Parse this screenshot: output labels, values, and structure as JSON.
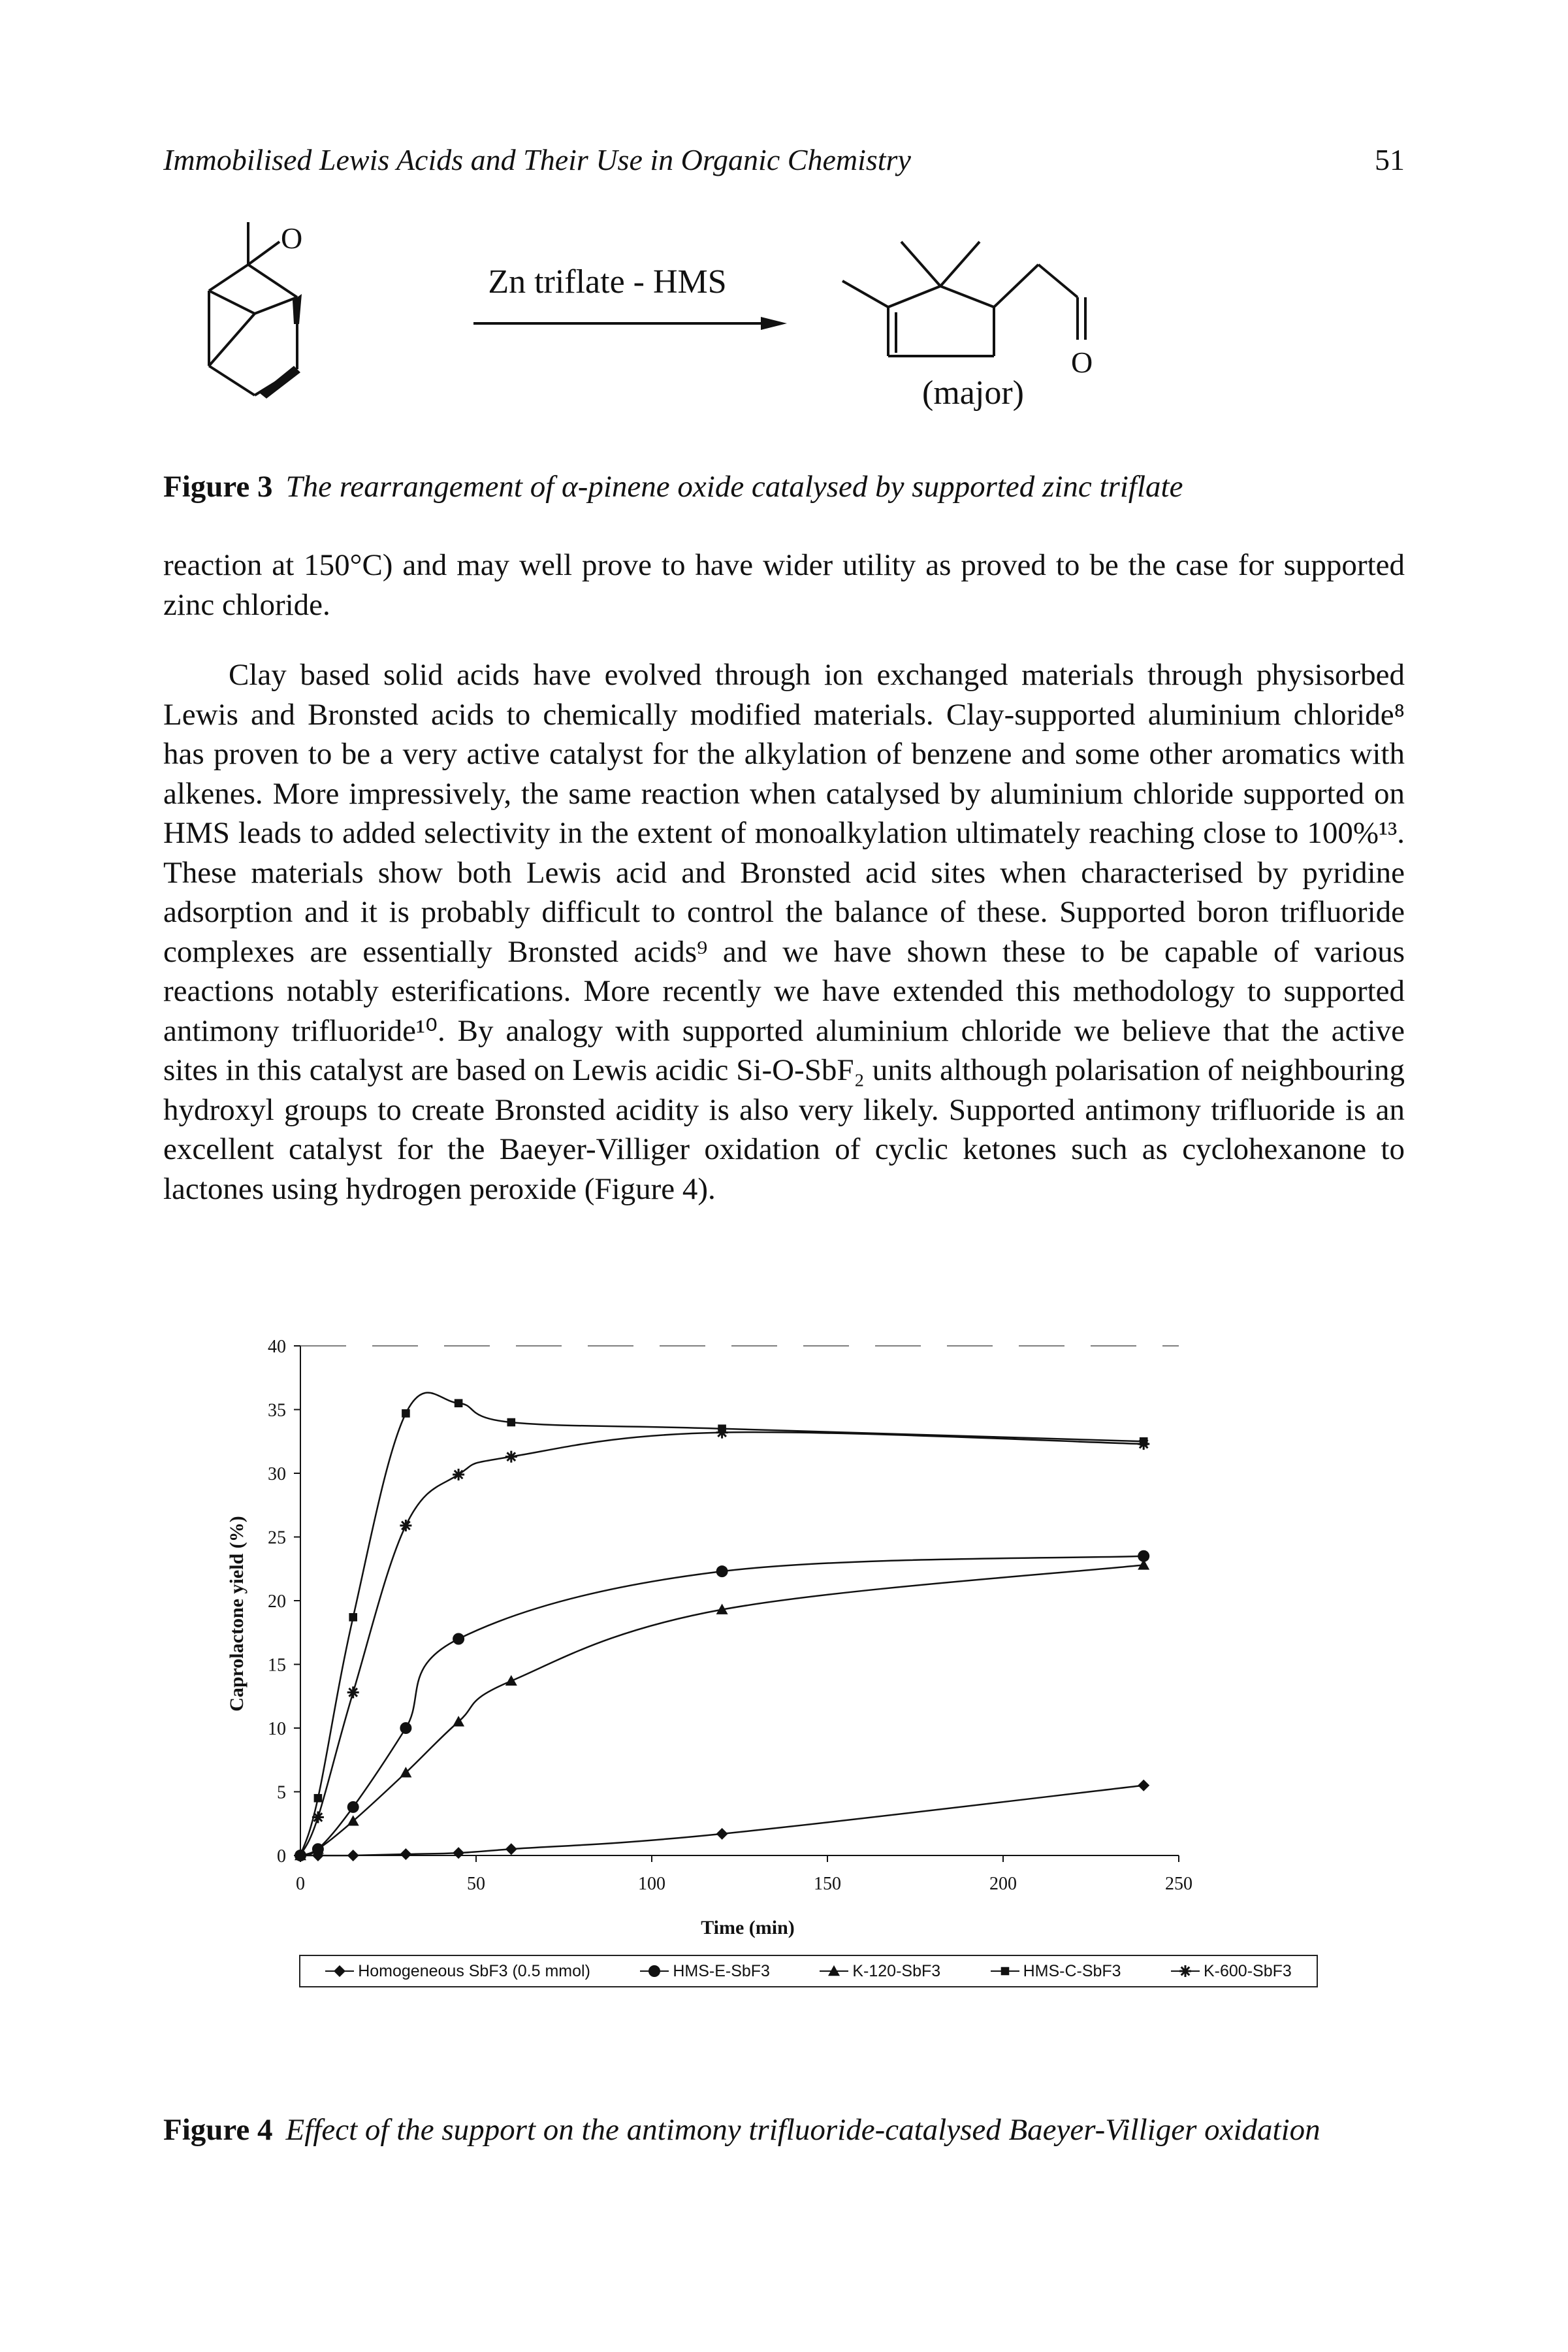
{
  "running_head": {
    "title": "Immobilised Lewis Acids and Their Use in Organic Chemistry",
    "page_number": "51"
  },
  "scheme": {
    "oxygen_label": "O",
    "reagent": "Zn triflate - HMS",
    "product_oxygen_label": "O",
    "product_note": "(major)"
  },
  "figure3": {
    "label": "Figure 3",
    "caption": "The rearrangement of α-pinene oxide catalysed by supported zinc triflate"
  },
  "paragraphs": {
    "p1": "reaction at 150°C) and may well prove to have wider utility as proved to be the case for supported zinc chloride.",
    "p2": "Clay based solid acids have evolved through ion exchanged materials through physisorbed Lewis and Bronsted acids to chemically modified materials. Clay-supported aluminium chloride⁸ has proven to be a very active catalyst for the alkylation of benzene and some other aromatics with alkenes. More impressively, the same reaction when catalysed by aluminium chloride supported on HMS leads to added selectivity in the extent of monoalkylation ultimately reaching close to 100%¹³. These materials show both Lewis acid and Bronsted acid sites when characterised by pyridine adsorption and it is probably difficult to control the balance of these. Supported boron trifluoride complexes are essentially Bronsted acids⁹ and we have shown these to be capable of various reactions notably esterifications. More recently we have extended this methodology to supported antimony trifluoride¹⁰. By analogy with supported aluminium chloride we believe that the active sites in this catalyst are based on Lewis acidic Si-O-SbF₂ units although polarisation of neighbouring hydroxyl groups to create Bronsted acidity is also very likely. Supported antimony trifluoride is an excellent catalyst for the Baeyer-Villiger oxidation of cyclic ketones such as cyclohexanone to lactones using hydrogen peroxide (Figure 4)."
  },
  "chart_data": {
    "type": "line",
    "title": "",
    "xlabel": "Time (min)",
    "ylabel": "Caprolactone yield (%)",
    "xlim": [
      0,
      250
    ],
    "ylim": [
      0,
      40
    ],
    "xticks": [
      0,
      50,
      100,
      150,
      200,
      250
    ],
    "yticks": [
      0,
      5,
      10,
      15,
      20,
      25,
      30,
      35,
      40
    ],
    "legend_position": "bottom",
    "series": [
      {
        "name": "Homogeneous SbF3 (0.5 mmol)",
        "marker": "diamond",
        "color": "#111111",
        "x": [
          0,
          5,
          15,
          30,
          45,
          60,
          120,
          240
        ],
        "y": [
          0,
          0,
          0,
          0.1,
          0.2,
          0.5,
          1.7,
          5.5
        ]
      },
      {
        "name": "HMS-E-SbF3",
        "marker": "circle",
        "color": "#111111",
        "x": [
          0,
          5,
          15,
          30,
          45,
          120,
          240
        ],
        "y": [
          0,
          0.5,
          3.8,
          10,
          17,
          22.3,
          23.5
        ]
      },
      {
        "name": "K-120-SbF3",
        "marker": "triangle",
        "color": "#111111",
        "x": [
          0,
          5,
          15,
          30,
          45,
          60,
          120,
          240
        ],
        "y": [
          0,
          0.5,
          2.7,
          6.5,
          10.5,
          13.7,
          19.3,
          22.8
        ]
      },
      {
        "name": "HMS-C-SbF3",
        "marker": "square",
        "color": "#111111",
        "x": [
          0,
          5,
          15,
          30,
          45,
          60,
          120,
          240
        ],
        "y": [
          0,
          4.5,
          18.7,
          34.7,
          35.5,
          34,
          33.5,
          32.5
        ]
      },
      {
        "name": "K-600-SbF3",
        "marker": "asterisk",
        "color": "#111111",
        "x": [
          0,
          5,
          15,
          30,
          45,
          60,
          120,
          240
        ],
        "y": [
          0,
          3,
          12.8,
          25.9,
          29.9,
          31.3,
          33.2,
          32.3
        ]
      }
    ]
  },
  "figure4": {
    "label": "Figure 4",
    "caption": "Effect of the support on the antimony trifluoride-catalysed Baeyer-Villiger oxidation"
  }
}
